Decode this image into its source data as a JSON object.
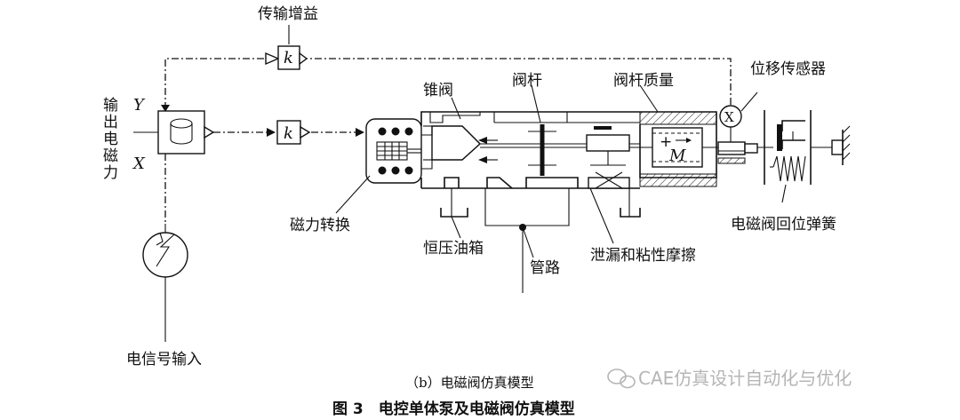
{
  "labels": {
    "transfer_gain": "传输增益",
    "output_force_chars": [
      "输",
      "出",
      "电",
      "磁",
      "力"
    ],
    "output_Y": "Y",
    "output_X": "X",
    "gain_k_top": "k",
    "gain_k_mid": "k",
    "cone_valve": "锥阀",
    "valve_stem": "阀杆",
    "stem_mass": "阀杆质量",
    "displacement_sensor": "位移传感器",
    "sensor_symbol": "X",
    "mass_symbol": "M",
    "mass_plus": "+",
    "force_conversion": "磁力转换",
    "const_pressure_tank": "恒压油箱",
    "pipeline": "管路",
    "leak_friction": "泄漏和粘性摩擦",
    "return_spring": "电磁阀回位弹簧",
    "signal_input": "电信号输入"
  },
  "caption_sub": "（b）电磁阀仿真模型",
  "caption_main": "图 3　电控单体泵及电磁阀仿真模型",
  "watermark": "CAE仿真设计自动化与优化",
  "icons": {
    "watermark_logo": "wechat-icon"
  }
}
